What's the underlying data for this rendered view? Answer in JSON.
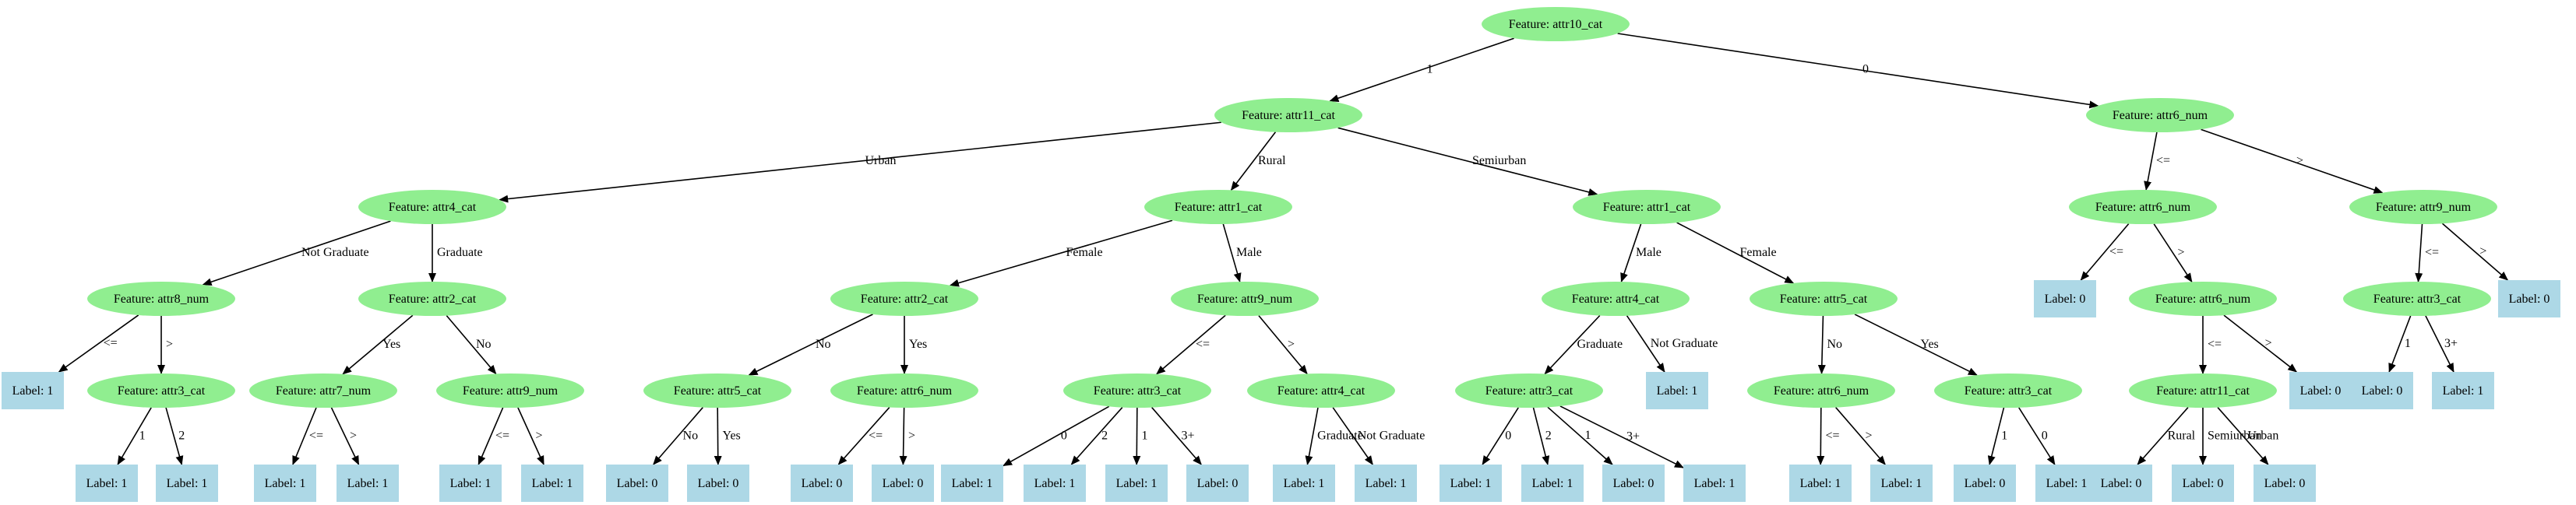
{
  "colors": {
    "feature_fill": "#90ee90",
    "label_fill": "#add8e6",
    "edge": "#000000",
    "text": "#000000"
  },
  "nodes": [
    {
      "id": "n1",
      "text": "Feature: attr10_cat",
      "kind": "feature"
    },
    {
      "id": "n2",
      "text": "Feature: attr11_cat",
      "kind": "feature"
    },
    {
      "id": "n3",
      "text": "Feature: attr6_num",
      "kind": "feature"
    },
    {
      "id": "n4",
      "text": "Feature: attr4_cat",
      "kind": "feature"
    },
    {
      "id": "n5",
      "text": "Feature: attr1_cat",
      "kind": "feature"
    },
    {
      "id": "n6",
      "text": "Feature: attr1_cat",
      "kind": "feature"
    },
    {
      "id": "n7",
      "text": "Feature: attr6_num",
      "kind": "feature"
    },
    {
      "id": "n8",
      "text": "Feature: attr9_num",
      "kind": "feature"
    },
    {
      "id": "n9",
      "text": "Feature: attr8_num",
      "kind": "feature"
    },
    {
      "id": "n10",
      "text": "Feature: attr2_cat",
      "kind": "feature"
    },
    {
      "id": "n11",
      "text": "Feature: attr2_cat",
      "kind": "feature"
    },
    {
      "id": "n12",
      "text": "Feature: attr9_num",
      "kind": "feature"
    },
    {
      "id": "n13",
      "text": "Feature: attr4_cat",
      "kind": "feature"
    },
    {
      "id": "n14",
      "text": "Feature: attr5_cat",
      "kind": "feature"
    },
    {
      "id": "n15",
      "text": "Label: 0",
      "kind": "label"
    },
    {
      "id": "n16",
      "text": "Feature: attr6_num",
      "kind": "feature"
    },
    {
      "id": "n17",
      "text": "Feature: attr3_cat",
      "kind": "feature"
    },
    {
      "id": "n18",
      "text": "Label: 0",
      "kind": "label"
    },
    {
      "id": "n19",
      "text": "Label: 1",
      "kind": "label"
    },
    {
      "id": "n20",
      "text": "Feature: attr3_cat",
      "kind": "feature"
    },
    {
      "id": "n21",
      "text": "Feature: attr7_num",
      "kind": "feature"
    },
    {
      "id": "n22",
      "text": "Feature: attr9_num",
      "kind": "feature"
    },
    {
      "id": "n23",
      "text": "Feature: attr5_cat",
      "kind": "feature"
    },
    {
      "id": "n24",
      "text": "Feature: attr6_num",
      "kind": "feature"
    },
    {
      "id": "n25",
      "text": "Feature: attr3_cat",
      "kind": "feature"
    },
    {
      "id": "n26",
      "text": "Feature: attr4_cat",
      "kind": "feature"
    },
    {
      "id": "n27",
      "text": "Feature: attr3_cat",
      "kind": "feature"
    },
    {
      "id": "n28",
      "text": "Label: 1",
      "kind": "label"
    },
    {
      "id": "n29",
      "text": "Feature: attr6_num",
      "kind": "feature"
    },
    {
      "id": "n30",
      "text": "Feature: attr3_cat",
      "kind": "feature"
    },
    {
      "id": "n31",
      "text": "Feature: attr11_cat",
      "kind": "feature"
    },
    {
      "id": "n32",
      "text": "Label: 0",
      "kind": "label"
    },
    {
      "id": "n33",
      "text": "Label: 0",
      "kind": "label"
    },
    {
      "id": "n34",
      "text": "Label: 1",
      "kind": "label"
    },
    {
      "id": "n35",
      "text": "Label: 1",
      "kind": "label"
    },
    {
      "id": "n36",
      "text": "Label: 1",
      "kind": "label"
    },
    {
      "id": "n37",
      "text": "Label: 1",
      "kind": "label"
    },
    {
      "id": "n38",
      "text": "Label: 1",
      "kind": "label"
    },
    {
      "id": "n39",
      "text": "Label: 1",
      "kind": "label"
    },
    {
      "id": "n40",
      "text": "Label: 1",
      "kind": "label"
    },
    {
      "id": "n41",
      "text": "Label: 0",
      "kind": "label"
    },
    {
      "id": "n42",
      "text": "Label: 0",
      "kind": "label"
    },
    {
      "id": "n43",
      "text": "Label: 0",
      "kind": "label"
    },
    {
      "id": "n44",
      "text": "Label: 0",
      "kind": "label"
    },
    {
      "id": "n45",
      "text": "Label: 1",
      "kind": "label"
    },
    {
      "id": "n46",
      "text": "Label: 1",
      "kind": "label"
    },
    {
      "id": "n47",
      "text": "Label: 1",
      "kind": "label"
    },
    {
      "id": "n48",
      "text": "Label: 0",
      "kind": "label"
    },
    {
      "id": "n49",
      "text": "Label: 1",
      "kind": "label"
    },
    {
      "id": "n50",
      "text": "Label: 1",
      "kind": "label"
    },
    {
      "id": "n51",
      "text": "Label: 1",
      "kind": "label"
    },
    {
      "id": "n52",
      "text": "Label: 1",
      "kind": "label"
    },
    {
      "id": "n53",
      "text": "Label: 0",
      "kind": "label"
    },
    {
      "id": "n54",
      "text": "Label: 1",
      "kind": "label"
    },
    {
      "id": "n55",
      "text": "Label: 1",
      "kind": "label"
    },
    {
      "id": "n56",
      "text": "Label: 1",
      "kind": "label"
    },
    {
      "id": "n57",
      "text": "Label: 0",
      "kind": "label"
    },
    {
      "id": "n58",
      "text": "Label: 1",
      "kind": "label"
    },
    {
      "id": "n59",
      "text": "Label: 0",
      "kind": "label"
    },
    {
      "id": "n60",
      "text": "Label: 0",
      "kind": "label"
    },
    {
      "id": "n61",
      "text": "Label: 0",
      "kind": "label"
    }
  ],
  "edges": [
    {
      "from": "n1",
      "to": "n2",
      "label": "1"
    },
    {
      "from": "n1",
      "to": "n3",
      "label": "0"
    },
    {
      "from": "n2",
      "to": "n4",
      "label": "Urban"
    },
    {
      "from": "n2",
      "to": "n5",
      "label": "Rural"
    },
    {
      "from": "n2",
      "to": "n6",
      "label": "Semiurban"
    },
    {
      "from": "n3",
      "to": "n7",
      "label": "<="
    },
    {
      "from": "n3",
      "to": "n8",
      "label": ">"
    },
    {
      "from": "n4",
      "to": "n9",
      "label": "Not Graduate"
    },
    {
      "from": "n4",
      "to": "n10",
      "label": "Graduate"
    },
    {
      "from": "n5",
      "to": "n11",
      "label": "Female"
    },
    {
      "from": "n5",
      "to": "n12",
      "label": "Male"
    },
    {
      "from": "n6",
      "to": "n13",
      "label": "Male"
    },
    {
      "from": "n6",
      "to": "n14",
      "label": "Female"
    },
    {
      "from": "n7",
      "to": "n15",
      "label": "<="
    },
    {
      "from": "n7",
      "to": "n16",
      "label": ">"
    },
    {
      "from": "n8",
      "to": "n17",
      "label": "<="
    },
    {
      "from": "n8",
      "to": "n18",
      "label": ">"
    },
    {
      "from": "n9",
      "to": "n19",
      "label": "<="
    },
    {
      "from": "n9",
      "to": "n20",
      "label": ">"
    },
    {
      "from": "n10",
      "to": "n21",
      "label": "Yes"
    },
    {
      "from": "n10",
      "to": "n22",
      "label": "No"
    },
    {
      "from": "n11",
      "to": "n23",
      "label": "No"
    },
    {
      "from": "n11",
      "to": "n24",
      "label": "Yes"
    },
    {
      "from": "n12",
      "to": "n25",
      "label": "<="
    },
    {
      "from": "n12",
      "to": "n26",
      "label": ">"
    },
    {
      "from": "n13",
      "to": "n27",
      "label": "Graduate"
    },
    {
      "from": "n13",
      "to": "n28",
      "label": "Not Graduate"
    },
    {
      "from": "n14",
      "to": "n29",
      "label": "No"
    },
    {
      "from": "n14",
      "to": "n30",
      "label": "Yes"
    },
    {
      "from": "n16",
      "to": "n31",
      "label": "<="
    },
    {
      "from": "n16",
      "to": "n32",
      "label": ">"
    },
    {
      "from": "n17",
      "to": "n33",
      "label": "1"
    },
    {
      "from": "n17",
      "to": "n34",
      "label": "3+"
    },
    {
      "from": "n20",
      "to": "n35",
      "label": "1"
    },
    {
      "from": "n20",
      "to": "n36",
      "label": "2"
    },
    {
      "from": "n21",
      "to": "n37",
      "label": "<="
    },
    {
      "from": "n21",
      "to": "n38",
      "label": ">"
    },
    {
      "from": "n22",
      "to": "n39",
      "label": "<="
    },
    {
      "from": "n22",
      "to": "n40",
      "label": ">"
    },
    {
      "from": "n23",
      "to": "n41",
      "label": "No"
    },
    {
      "from": "n23",
      "to": "n42",
      "label": "Yes"
    },
    {
      "from": "n24",
      "to": "n43",
      "label": "<="
    },
    {
      "from": "n24",
      "to": "n44",
      "label": ">"
    },
    {
      "from": "n25",
      "to": "n45",
      "label": "0"
    },
    {
      "from": "n25",
      "to": "n46",
      "label": "2"
    },
    {
      "from": "n25",
      "to": "n47",
      "label": "1"
    },
    {
      "from": "n25",
      "to": "n48",
      "label": "3+"
    },
    {
      "from": "n26",
      "to": "n49",
      "label": "Graduate"
    },
    {
      "from": "n26",
      "to": "n50",
      "label": "Not Graduate"
    },
    {
      "from": "n27",
      "to": "n51",
      "label": "0"
    },
    {
      "from": "n27",
      "to": "n52",
      "label": "2"
    },
    {
      "from": "n27",
      "to": "n53",
      "label": "1"
    },
    {
      "from": "n27",
      "to": "n54",
      "label": "3+"
    },
    {
      "from": "n29",
      "to": "n55",
      "label": "<="
    },
    {
      "from": "n29",
      "to": "n56",
      "label": ">"
    },
    {
      "from": "n30",
      "to": "n57",
      "label": "1"
    },
    {
      "from": "n30",
      "to": "n58",
      "label": "0"
    },
    {
      "from": "n31",
      "to": "n59",
      "label": "Rural"
    },
    {
      "from": "n31",
      "to": "n60",
      "label": "Semiurban"
    },
    {
      "from": "n31",
      "to": "n61",
      "label": "Urban"
    }
  ]
}
